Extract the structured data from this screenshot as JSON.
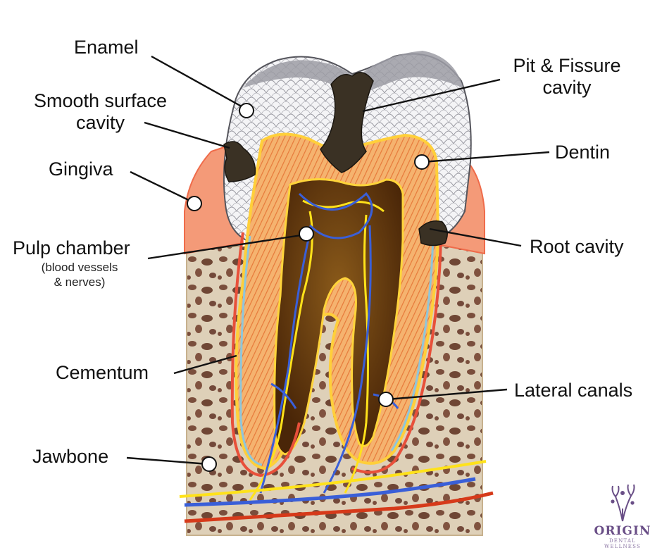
{
  "labels": {
    "enamel": "Enamel",
    "smooth_surface_line1": "Smooth surface",
    "smooth_surface_line2": "cavity",
    "gingiva": "Gingiva",
    "pulp_chamber": "Pulp chamber",
    "pulp_sub_line1": "(blood vessels",
    "pulp_sub_line2": "& nerves)",
    "cementum": "Cementum",
    "jawbone": "Jawbone",
    "pit_fissure_line1": "Pit & Fissure",
    "pit_fissure_line2": "cavity",
    "dentin": "Dentin",
    "root_cavity": "Root cavity",
    "lateral_canals": "Lateral canals"
  },
  "logo": {
    "name": "ORIGIN",
    "tagline": "DENTAL WELLNESS"
  },
  "colors": {
    "enamel": "#d9d9dc",
    "dentin": "#f2a35e",
    "pulp": "#6b3a12",
    "gingiva": "#f49a78",
    "bone": "#d7c4a6",
    "cavity": "#3a3124",
    "vein": "#3a5fd8",
    "artery": "#d63a1a",
    "nerve": "#ffe21a",
    "logo": "#6a4f87"
  }
}
